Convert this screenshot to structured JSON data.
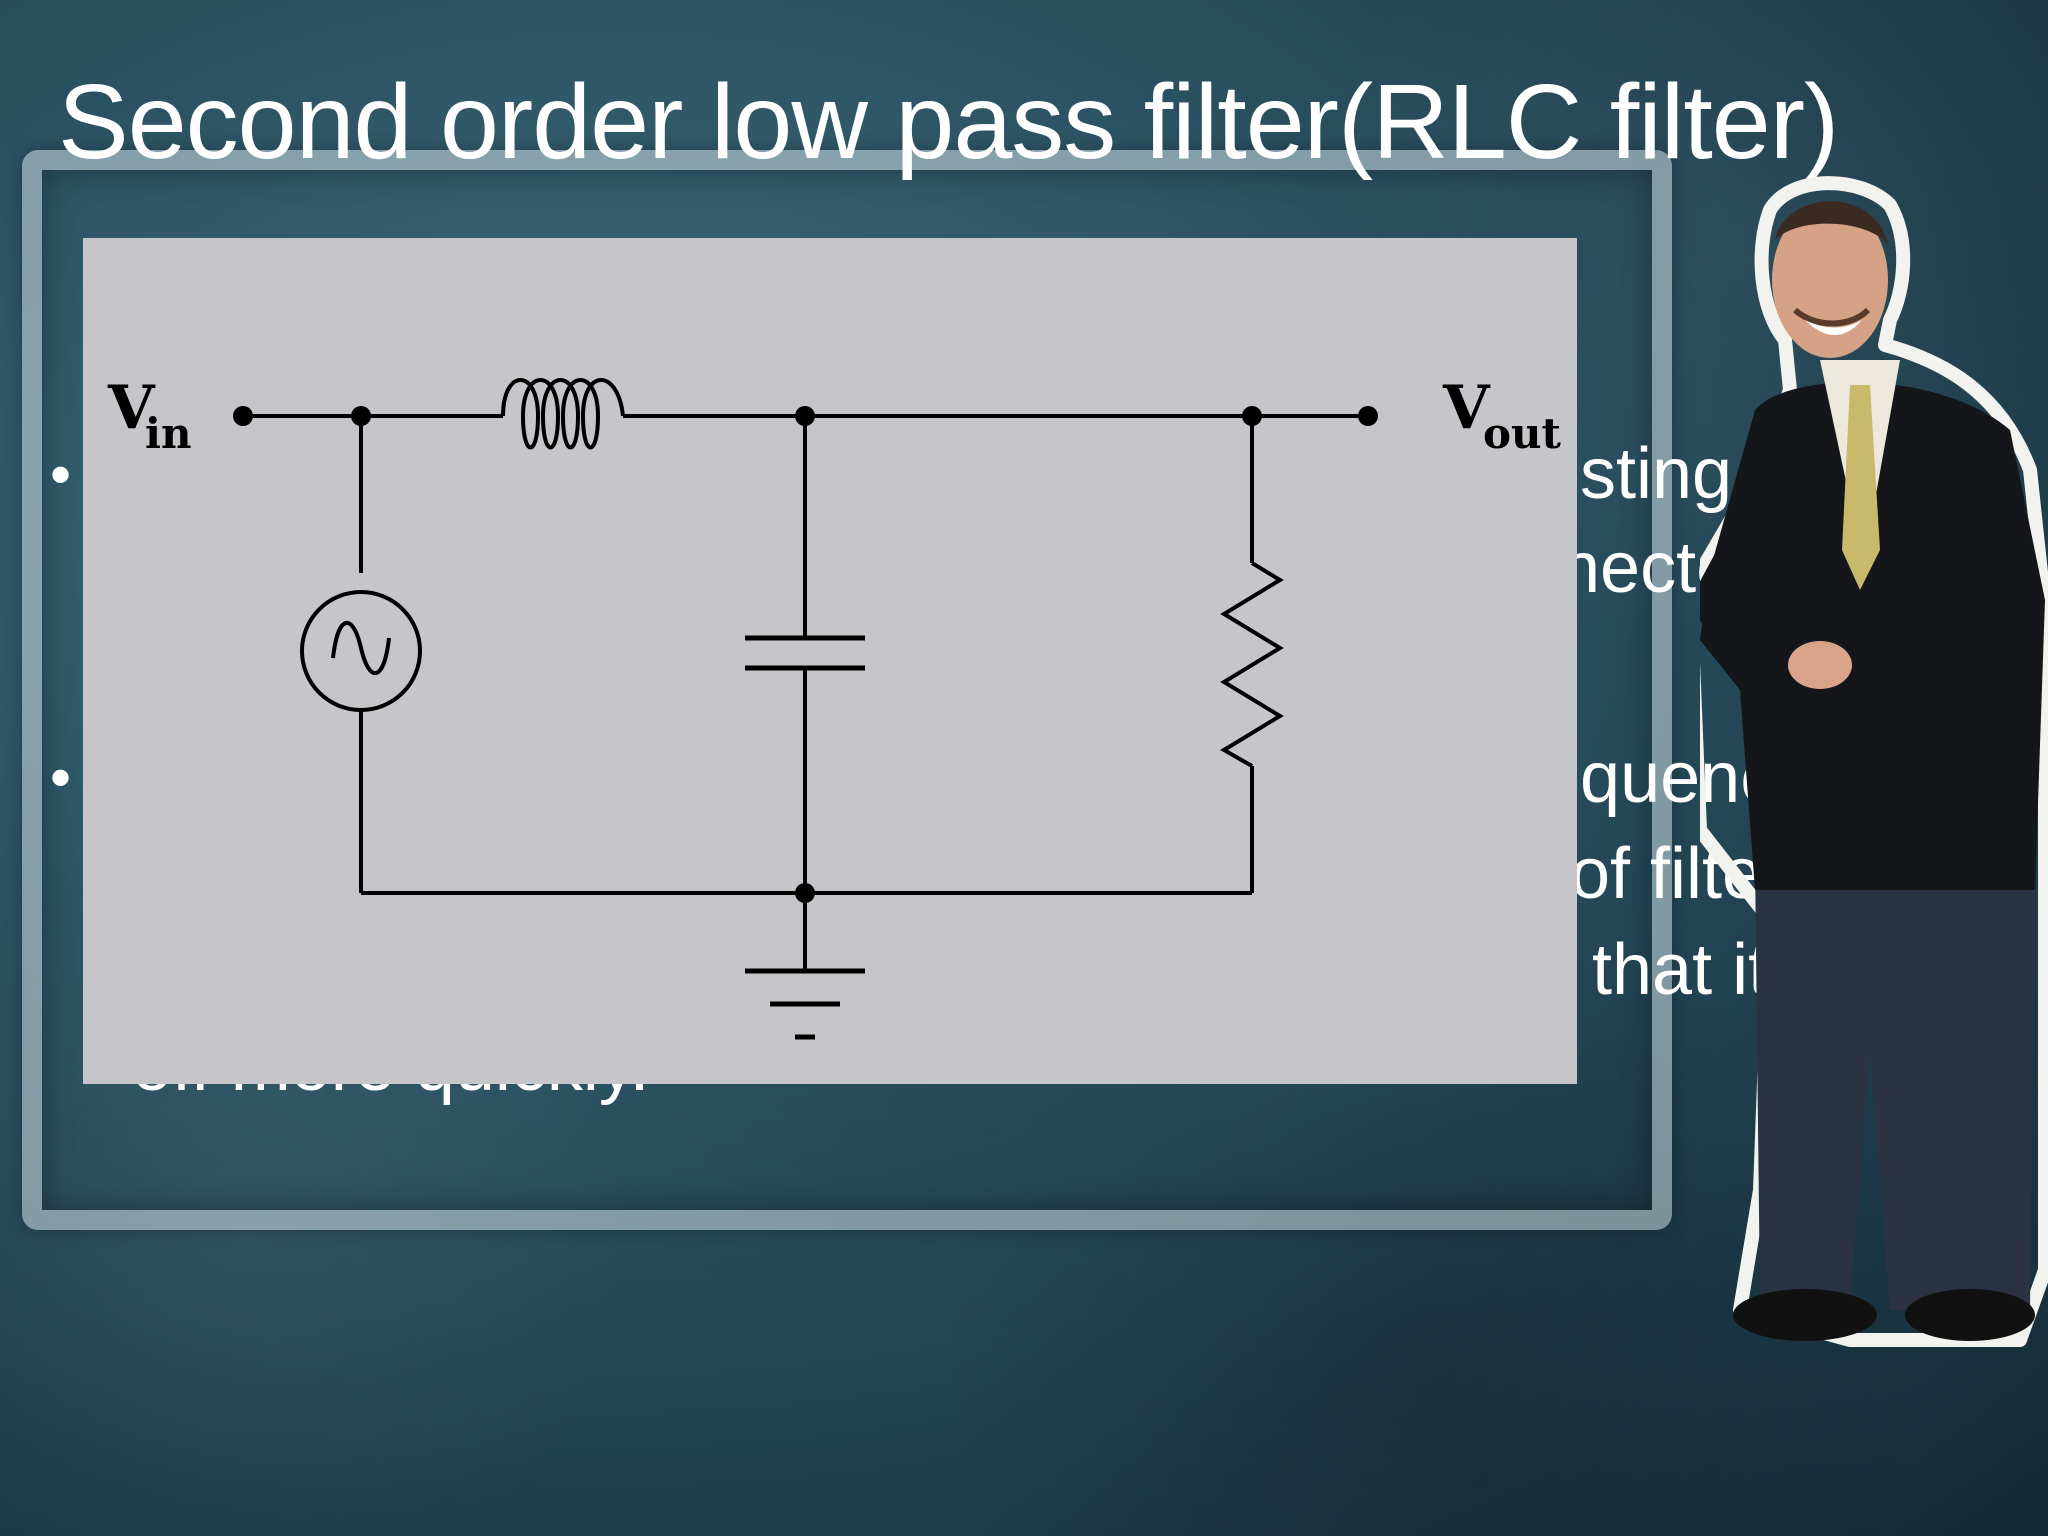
{
  "slide": {
    "title": "Second order low pass filter(RLC filter)"
  },
  "bullets": [
    {
      "lines": [
        "isting of a",
        "nected in"
      ]
    },
    {
      "lines": [
        "equencies",
        "of filter",
        "t that it falls",
        "off more quickly."
      ]
    }
  ],
  "circuit": {
    "vin_label": "V",
    "vin_sub": "in",
    "vout_label": "V",
    "vout_sub": "out"
  },
  "colors": {
    "background": "#2b5262",
    "diagram_bg": "#c6c5c9",
    "text": "#ffffff"
  },
  "icons": {
    "source": "ac-source-icon",
    "inductor": "inductor-icon",
    "capacitor": "capacitor-icon",
    "resistor": "resistor-icon",
    "ground": "ground-icon"
  }
}
